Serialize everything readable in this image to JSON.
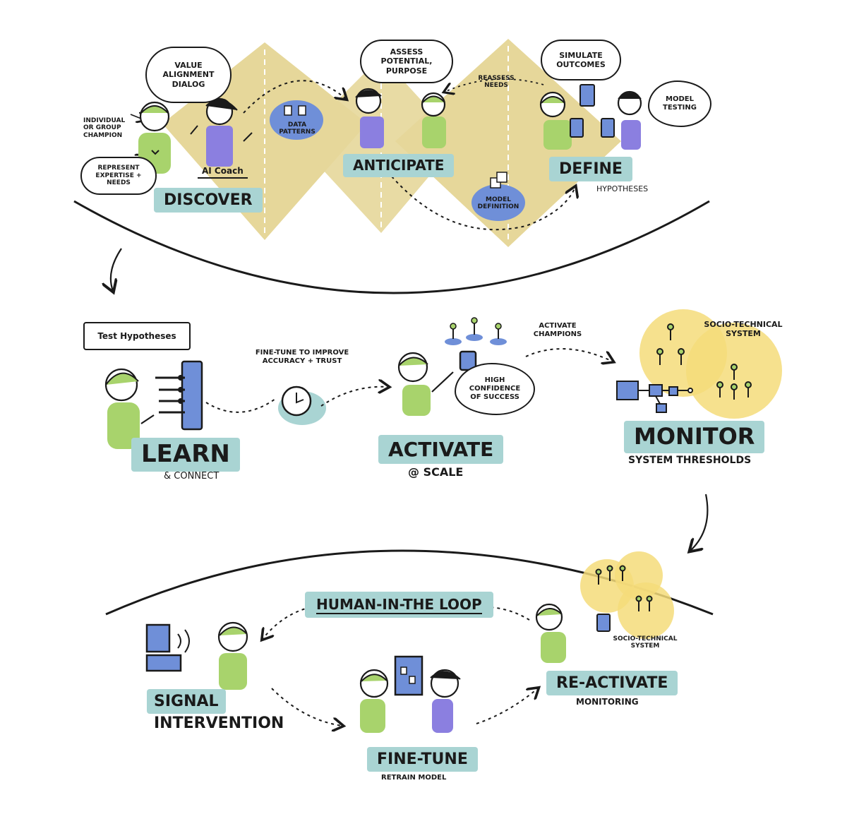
{
  "phase1": {
    "bubble_value": "Value Alignment Dialog",
    "bubble_assess": "Assess Potential, Purpose",
    "bubble_simulate": "Simulate Outcomes",
    "individual": "Individual or Group Champion",
    "represent": "Represent Expertise + Needs",
    "ai_coach": "AI Coach",
    "data_patterns": "Data Patterns",
    "reassess": "Reassess Needs",
    "model_testing": "Model Testing",
    "model_definition": "Model Definition",
    "hypotheses": "Hypotheses",
    "discover": "Discover",
    "anticipate": "Anticipate",
    "define": "Define"
  },
  "phase2": {
    "test_hypotheses": "Test Hypotheses",
    "fine_tune_note": "Fine-Tune to Improve Accuracy + Trust",
    "activate_champions": "Activate Champions",
    "high_confidence": "High Confidence of Success",
    "socio_technical": "Socio-Technical System",
    "learn": "Learn",
    "learn_sub": "& Connect",
    "activate": "Activate",
    "activate_sub": "@ Scale",
    "monitor": "Monitor",
    "monitor_sub": "System Thresholds"
  },
  "phase3": {
    "human_loop": "Human-in-the Loop",
    "signal": "Signal",
    "signal_line2": "Intervention",
    "fine_tune": "Fine-Tune",
    "fine_tune_sub": "Retrain Model",
    "reactivate": "Re-Activate",
    "reactivate_sub": "Monitoring",
    "socio_technical_small": "Socio-Technical System"
  },
  "colors": {
    "tan": "#e6d79a",
    "teal": "#a9d4d3",
    "green": "#a8d36c",
    "purple": "#8b7fe0",
    "blue": "#6f8fd8",
    "yellow": "#f4dc7a",
    "ink": "#1a1a1a"
  }
}
